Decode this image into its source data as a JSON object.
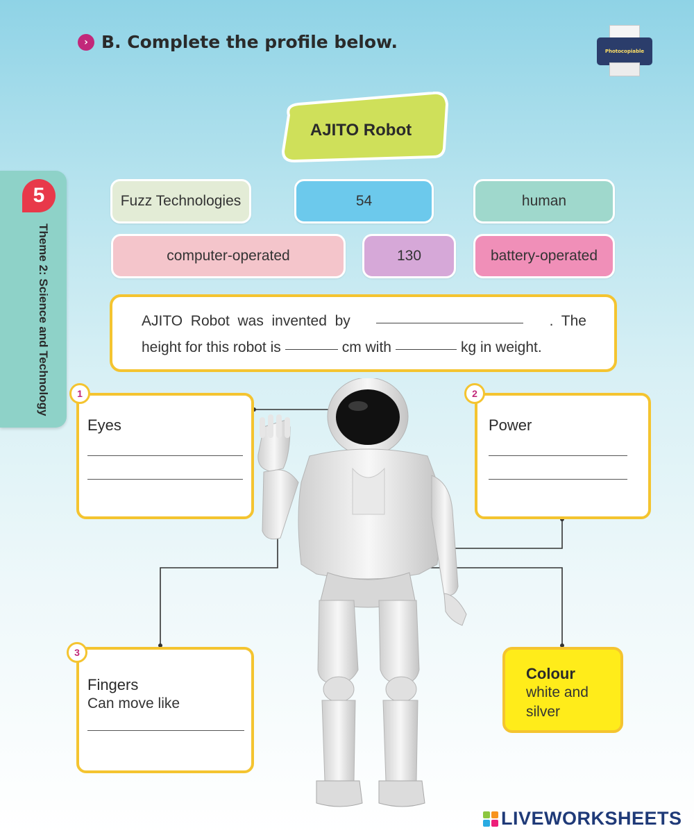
{
  "header": {
    "instruction": "B. Complete the profile below.",
    "printer_label": "Photocopiable"
  },
  "side_tab": {
    "chapter": "5",
    "theme": "Theme 2: Science and Technology"
  },
  "title": "AJITO Robot",
  "word_bank": [
    {
      "label": "Fuzz Technologies",
      "color": "#e3ecd6"
    },
    {
      "label": "54",
      "color": "#6cc9ec"
    },
    {
      "label": "human",
      "color": "#9fd8cc"
    },
    {
      "label": "computer-operated",
      "color": "#f4c5cb"
    },
    {
      "label": "130",
      "color": "#d6a8d8"
    },
    {
      "label": "battery-operated",
      "color": "#f08fb8"
    }
  ],
  "sentence": {
    "line1_a": "AJITO  Robot  was  invented  by",
    "line1_b": ".  The",
    "line2_a": "height for this robot is",
    "line2_b": "cm with",
    "line2_c": "kg in weight."
  },
  "boxes": {
    "eyes": {
      "number": "1",
      "heading": "Eyes"
    },
    "power": {
      "number": "2",
      "heading": "Power"
    },
    "fingers": {
      "number": "3",
      "heading": "Fingers",
      "text": "Can move like"
    },
    "colour": {
      "heading": "Colour",
      "line1": "white and",
      "line2": "silver"
    }
  },
  "footer": {
    "brand": "LIVEWORKSHEETS"
  },
  "colors": {
    "border": "#f4c430",
    "accent": "#c2287a",
    "title_fill": "#cfe05a",
    "colour_fill": "#ffec1a"
  }
}
